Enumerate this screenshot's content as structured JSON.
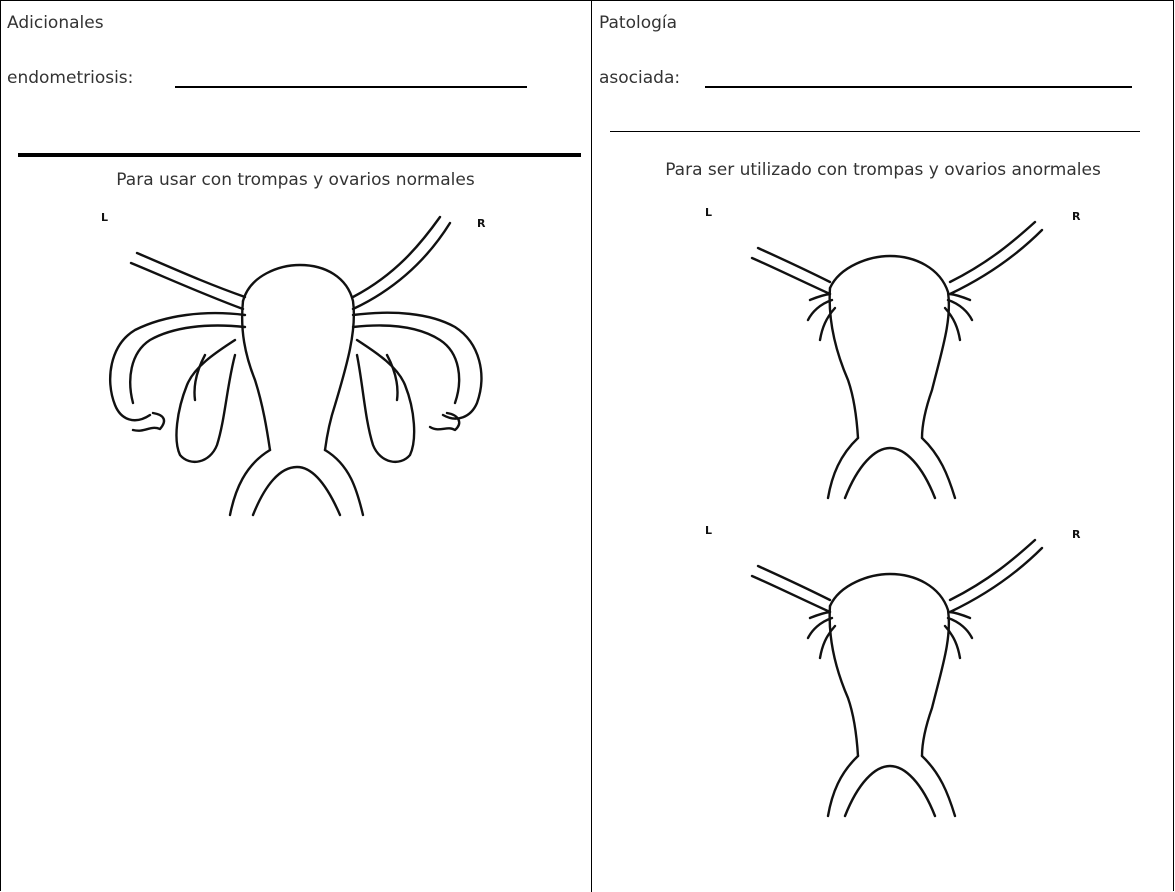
{
  "left_panel": {
    "heading": "Adicionales",
    "field_label": "endometriosis:",
    "caption": "Para usar con trompas y ovarios normales",
    "diagram_left_marker": "L",
    "diagram_right_marker": "R"
  },
  "right_panel": {
    "heading": "Patología",
    "field_label": "asociada:",
    "caption": "Para ser utilizado con trompas y ovarios anormales",
    "diagrams": [
      {
        "left_marker": "L",
        "right_marker": "R"
      },
      {
        "left_marker": "L",
        "right_marker": "R"
      }
    ]
  }
}
